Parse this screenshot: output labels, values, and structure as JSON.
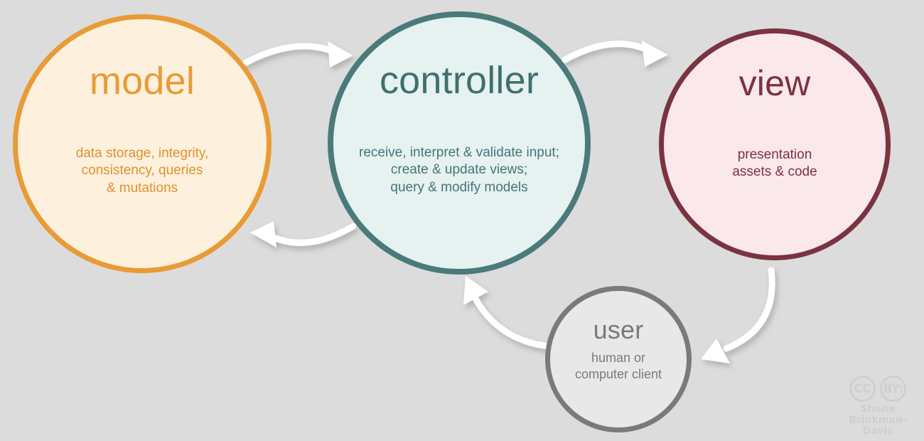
{
  "diagram": {
    "title": "MVC architecture diagram",
    "background_color": "#dcdcdc",
    "nodes": [
      {
        "id": "model",
        "title": "model",
        "description": "data storage, integrity,\nconsistency, queries\n& mutations",
        "ring_color": "#e89b36",
        "fill_color": "#fdf0dc",
        "text_color": "#e89b36"
      },
      {
        "id": "controller",
        "title": "controller",
        "description": "receive, interpret & validate input;\ncreate & update views;\nquery & modify models",
        "ring_color": "#4a7a7a",
        "fill_color": "#e6f2f0",
        "text_color": "#3f7070"
      },
      {
        "id": "view",
        "title": "view",
        "description": "presentation\nassets & code",
        "ring_color": "#7a3340",
        "fill_color": "#fbe8eb",
        "text_color": "#7a3340"
      },
      {
        "id": "user",
        "title": "user",
        "description": "human or\ncomputer client",
        "ring_color": "#7a7a7a",
        "fill_color": "#e8e8e8",
        "text_color": "#7a7a7a"
      }
    ],
    "arrows": [
      {
        "id": "model-to-controller",
        "from": "model",
        "to": "controller",
        "color": "#ffffff"
      },
      {
        "id": "controller-to-model",
        "from": "controller",
        "to": "model",
        "color": "#ffffff"
      },
      {
        "id": "controller-to-view",
        "from": "controller",
        "to": "view",
        "color": "#ffffff"
      },
      {
        "id": "view-to-user",
        "from": "view",
        "to": "user",
        "color": "#ffffff"
      },
      {
        "id": "user-to-controller",
        "from": "user",
        "to": "controller",
        "color": "#ffffff"
      }
    ]
  },
  "credit": {
    "license_badges": [
      "CC",
      "BY:"
    ],
    "author_line1": "Shane",
    "author_line2": "Brinkman-Davis",
    "color": "#cfcfcf"
  }
}
